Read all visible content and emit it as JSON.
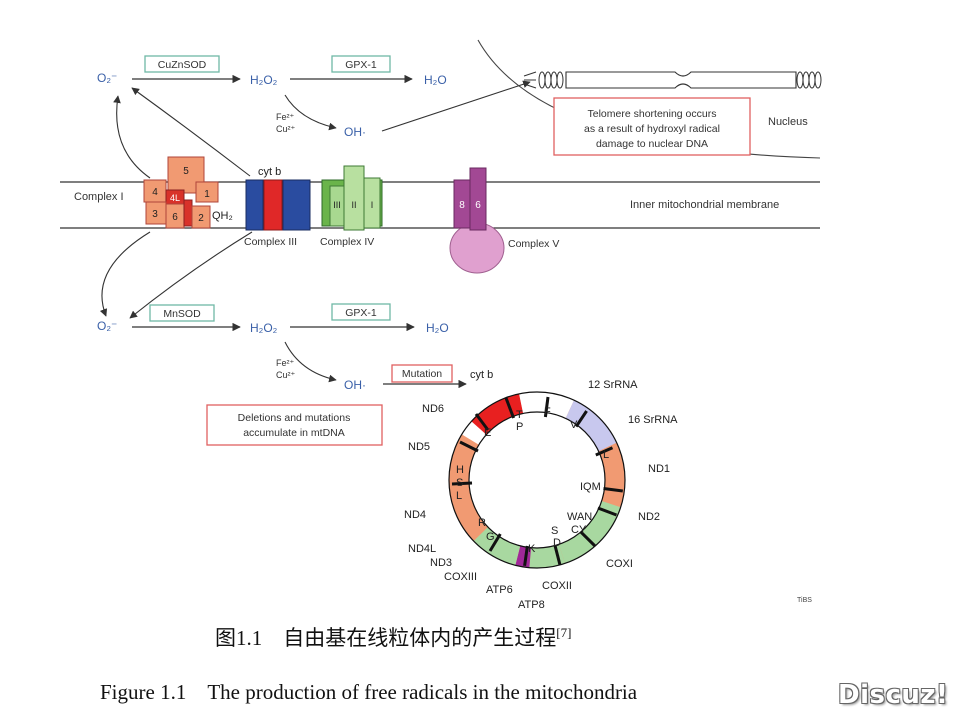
{
  "top": {
    "o2": "O₂⁻",
    "sod": "CuZnSOD",
    "h2o2": "H₂O₂",
    "gpx": "GPX-1",
    "h2o": "H₂O",
    "fe": "Fe²⁺",
    "cu": "Cu²⁺",
    "oh": "OH·",
    "telomere": [
      "Telomere shortening occurs",
      "as a result of hydroxyl radical",
      "damage to nuclear DNA"
    ],
    "nucleus": "Nucleus"
  },
  "membrane": {
    "complex1": "Complex I",
    "cytb": "cyt b",
    "qh2": "QH₂",
    "inner": "Inner mitochondrial membrane",
    "c3": "Complex III",
    "c4": "Complex IV",
    "c5": "Complex V",
    "subunits": {
      "s5": "5",
      "s4": "4",
      "s4l": "4L",
      "s1": "1",
      "s3": "3",
      "s6": "6",
      "s2": "2"
    },
    "c4sub": {
      "a": "III",
      "b": "II",
      "c": "I"
    },
    "c5sub": {
      "a": "8",
      "b": "6"
    }
  },
  "bottom": {
    "o2": "O₂⁻",
    "sod": "MnSOD",
    "h2o2": "H₂O₂",
    "gpx": "GPX-1",
    "h2o": "H₂O",
    "fe": "Fe²⁺",
    "cu": "Cu²⁺",
    "oh": "OH·",
    "mutation": "Mutation",
    "cytb": "cyt b",
    "deletions": [
      "Deletions and mutations",
      "accumulate in mtDNA"
    ]
  },
  "mtdna": {
    "outer": {
      "srrna12": "12 SrRNA",
      "srrna16": "16 SrRNA",
      "nd1": "ND1",
      "nd2": "ND2",
      "coxi": "COXI",
      "coxii": "COXII",
      "atp8": "ATP8",
      "atp6": "ATP6",
      "coxiii": "COXIII",
      "nd3": "ND3",
      "nd4l": "ND4L",
      "nd4": "ND4",
      "nd5": "ND5",
      "nd6": "ND6"
    },
    "inner": {
      "t": "T",
      "p": "P",
      "f": "F",
      "v": "V",
      "l": "L",
      "iqm": "IQM",
      "wan": "WAN",
      "cy": "CY",
      "s": "S",
      "d": "D",
      "k": "K",
      "r": "R",
      "g": "G",
      "h": "H",
      "s2": "S",
      "l2": "L",
      "e": "E"
    },
    "tibs": "TiBS"
  },
  "caption": {
    "cn": "图1.1　自由基在线粒体内的产生过程",
    "cn_ref": "[7]",
    "en": "Figure 1.1　The production of free radicals in the mitochondria"
  },
  "watermark": "Discuz!"
}
